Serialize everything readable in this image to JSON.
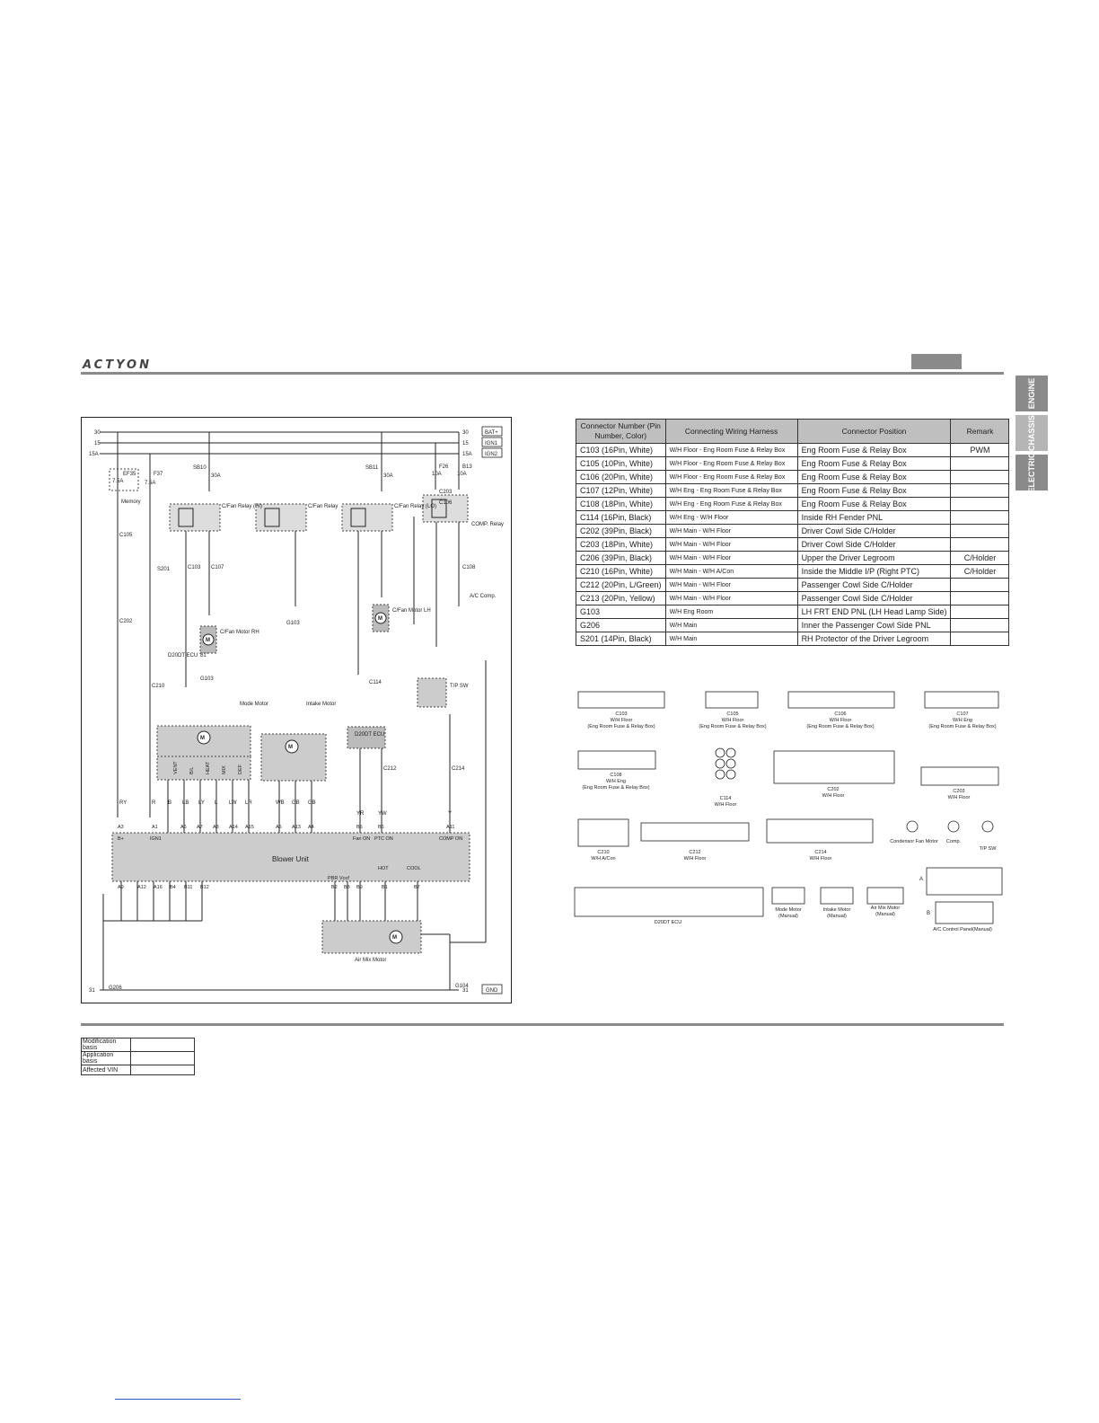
{
  "header": {
    "logo": "ACTYON"
  },
  "side_tabs": [
    "ENGINE",
    "CHASSIS",
    "ELECTRIC"
  ],
  "diagram": {
    "rails": [
      {
        "left": "30",
        "right": "30",
        "tag": "BAT+"
      },
      {
        "left": "15",
        "right": "15",
        "tag": "IGN1"
      },
      {
        "left": "15A",
        "right": "15A",
        "tag": "IGN2"
      }
    ],
    "ground": {
      "left": "31",
      "right": "31",
      "tag": "GND"
    },
    "fuses": {
      "ef35": "EF35",
      "ef35_amp": "7.5A",
      "memory": "Memory",
      "f37": "F37",
      "f37_amp": "7.5A",
      "sb10": "SB10",
      "sb10_amp": "30A",
      "sb11": "SB11",
      "sb11_amp": "30A",
      "f26": "F26",
      "f26_amp": "10A",
      "b13": "B13",
      "b13_amp": "10A"
    },
    "relays": {
      "hi": "C/Fan Relay (HI)",
      "mid": "C/Fan Relay",
      "lo": "C/Fan Relay (LO)",
      "comp": "COMP. Relay"
    },
    "blower_unit": "Blower Unit",
    "air_mix": "Air Mix Motor",
    "mode_motor": "Mode Motor",
    "intake_motor": "Intake Motor",
    "ecu": "D20DT ECU",
    "tp_sw": "T/P SW",
    "fan_rh": "C/Fan Motor RH",
    "fan_lh": "C/Fan Motor LH",
    "ac_comp": "A/C Comp.",
    "ecu81": "D20DT ECU '81'",
    "grounds": {
      "g103a": "G103",
      "g103b": "G103",
      "g206": "G206",
      "g104": "G104"
    },
    "connectors": {
      "c105": "C105",
      "c202": "C202",
      "c210": "C210",
      "c201": "S201",
      "c103": "C103",
      "c107": "C107",
      "c108": "C108",
      "c106": "C106",
      "c203": "C203",
      "c114": "C114",
      "c212": "C212",
      "c214": "C214"
    },
    "mode_labels": [
      "VENT",
      "B/L",
      "HEAT",
      "MIX",
      "DEF"
    ],
    "blower_pins_top": [
      "A3",
      "A1",
      "A6",
      "A7",
      "A8",
      "A14",
      "A15",
      "A5",
      "A13",
      "A4",
      "B5",
      "B6",
      "A11"
    ],
    "blower_pins_bottom": [
      "A9",
      "A12",
      "A16",
      "B4",
      "B11",
      "B12",
      "B2",
      "B8",
      "B9",
      "B1",
      "B7"
    ],
    "wire_colors_top": [
      "RY",
      "R",
      "B",
      "LB",
      "LY",
      "L",
      "LW",
      "LR",
      "WB",
      "GB",
      "GB",
      "YR",
      "YW",
      "Y"
    ],
    "blower_inner": {
      "b_plus": "B+",
      "ign1": "IGN1",
      "fan_on": "Fan ON",
      "ptc_on": "PTC ON",
      "comp_on": "COMP ON",
      "pbr": "PBR Vcof",
      "hot": "HOT",
      "cool": "COOL"
    }
  },
  "connector_table": {
    "headers": [
      "Connector Number (Pin Number, Color)",
      "Connecting Wiring Harness",
      "Connector Position",
      "Remark"
    ],
    "rows": [
      [
        "C103 (16Pin, White)",
        "W/H Floor - Eng Room Fuse & Relay Box",
        "Eng Room Fuse & Relay Box",
        "PWM"
      ],
      [
        "C105 (10Pin, White)",
        "W/H Floor - Eng Room Fuse & Relay Box",
        "Eng Room Fuse & Relay Box",
        ""
      ],
      [
        "C106 (20Pin, White)",
        "W/H Floor - Eng Room Fuse & Relay Box",
        "Eng Room Fuse & Relay Box",
        ""
      ],
      [
        "C107 (12Pin, White)",
        "W/H Eng - Eng Room Fuse & Relay Box",
        "Eng Room Fuse & Relay Box",
        ""
      ],
      [
        "C108 (18Pin, White)",
        "W/H Eng - Eng Room Fuse & Relay Box",
        "Eng Room Fuse & Relay Box",
        ""
      ],
      [
        "C114 (16Pin, Black)",
        "W/H Eng - W/H Floor",
        "Inside RH Fender PNL",
        ""
      ],
      [
        "C202 (39Pin, Black)",
        "W/H Main - W/H Floor",
        "Driver Cowl Side C/Holder",
        ""
      ],
      [
        "C203 (18Pin, White)",
        "W/H Main - W/H Floor",
        "Driver Cowl Side C/Holder",
        ""
      ],
      [
        "C206 (39Pin, Black)",
        "W/H Main - W/H Floor",
        "Upper the Driver Legroom",
        "C/Holder"
      ],
      [
        "C210 (16Pin, White)",
        "W/H Main - W/H A/Con",
        "Inside the Middle I/P (Right PTC)",
        "C/Holder"
      ],
      [
        "C212 (20Pin, L/Green)",
        "W/H Main - W/H Floor",
        "Passenger Cowl Side C/Holder",
        ""
      ],
      [
        "C213 (20Pin, Yellow)",
        "W/H Main - W/H Floor",
        "Passenger Cowl Side C/Holder",
        ""
      ],
      [
        "G103",
        "W/H Eng Room",
        "LH FRT END PNL (LH Head Lamp Side)",
        ""
      ],
      [
        "G206",
        "W/H Main",
        "Inner the Passenger Cowl Side PNL",
        ""
      ],
      [
        "S201 (14Pin, Black)",
        "W/H Main",
        "RH Protector of the Driver Legroom",
        ""
      ]
    ]
  },
  "pin_views": [
    {
      "name": "C103",
      "sub1": "W/H Floor",
      "sub2": "(Eng Room Fuse & Relay Box)"
    },
    {
      "name": "C105",
      "sub1": "W/H Floor",
      "sub2": "(Eng Room Fuse & Relay Box)"
    },
    {
      "name": "C106",
      "sub1": "W/H Floor",
      "sub2": "(Eng Room Fuse & Relay Box)"
    },
    {
      "name": "C107",
      "sub1": "W/H Eng",
      "sub2": "(Eng Room Fuse & Relay Box)"
    },
    {
      "name": "C108",
      "sub1": "W/H Eng",
      "sub2": "(Eng Room Fuse & Relay Box)"
    },
    {
      "name": "C114",
      "sub1": "W/H Floor",
      "sub2": ""
    },
    {
      "name": "C202",
      "sub1": "W/H Floor",
      "sub2": ""
    },
    {
      "name": "C203",
      "sub1": "W/H Floor",
      "sub2": ""
    },
    {
      "name": "C210",
      "sub1": "W/H A/Con",
      "sub2": ""
    },
    {
      "name": "C212",
      "sub1": "W/H Floor",
      "sub2": ""
    },
    {
      "name": "C214",
      "sub1": "W/H Floor",
      "sub2": ""
    },
    {
      "name": "Condensor Fan Motor",
      "sub1": "",
      "sub2": ""
    },
    {
      "name": "Comp.",
      "sub1": "",
      "sub2": ""
    },
    {
      "name": "T/P SW",
      "sub1": "",
      "sub2": ""
    },
    {
      "name": "D20DT ECU",
      "sub1": "",
      "sub2": ""
    },
    {
      "name": "Mode Motor",
      "sub1": "(Manual)",
      "sub2": ""
    },
    {
      "name": "Intake Motor",
      "sub1": "(Manual)",
      "sub2": ""
    },
    {
      "name": "Air Mix Motor",
      "sub1": "(Manual)",
      "sub2": ""
    },
    {
      "name": "A/C Control Panel(Manual)",
      "sub1": "",
      "sub2": ""
    }
  ],
  "ac_panel_rows": {
    "a": "A",
    "b": "B"
  },
  "mod_table": [
    "Modification basis",
    "Application basis",
    "Affected VIN"
  ]
}
